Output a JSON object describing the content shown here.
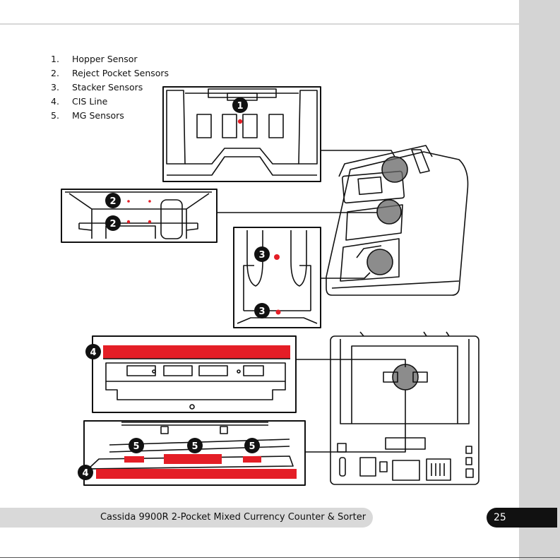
{
  "legend": [
    {
      "num": "1.",
      "label": "Hopper Sensor"
    },
    {
      "num": "2.",
      "label": "Reject Pocket Sensors"
    },
    {
      "num": "3.",
      "label": "Stacker Sensors"
    },
    {
      "num": "4.",
      "label": "CIS Line"
    },
    {
      "num": "5.",
      "label": "MG Sensors"
    }
  ],
  "badges": {
    "b1": "1",
    "b2a": "2",
    "b2b": "2",
    "b3a": "3",
    "b3b": "3",
    "b4a": "4",
    "b4b": "4",
    "b5a": "5",
    "b5b": "5",
    "b5c": "5"
  },
  "footer": {
    "title": "Cassida 9900R 2-Pocket Mixed Currency Counter & Sorter",
    "page_number": "25"
  },
  "colors": {
    "accent_red": "#e41e26",
    "sidebar_gray": "#d4d4d4",
    "footer_gray": "#d9d9d9",
    "page_tab": "#111111"
  }
}
